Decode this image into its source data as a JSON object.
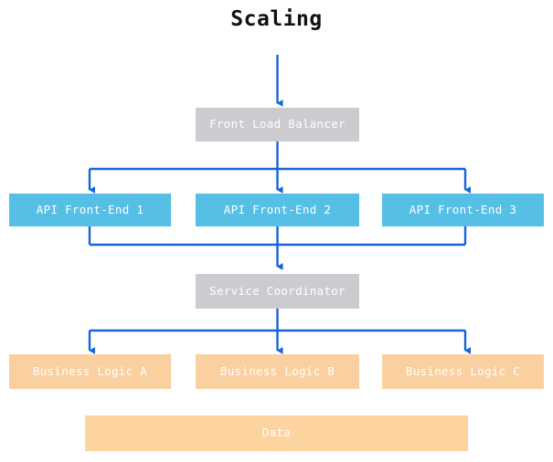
{
  "title": "Scaling",
  "colors": {
    "background": "#ffffff",
    "title_text": "#111111",
    "node_text": "#ffffff",
    "gray_node": "#cccbd0",
    "cyan_node": "#55bfe6",
    "orange_node": "#fbd0a0",
    "data_node": "#fdd3a0",
    "arrow": "#1565d8"
  },
  "nodes": {
    "front_load_balancer": {
      "label": "Front Load Balancer",
      "style": "gray"
    },
    "api_front_end_1": {
      "label": "API Front-End 1",
      "style": "cyan"
    },
    "api_front_end_2": {
      "label": "API Front-End 2",
      "style": "cyan"
    },
    "api_front_end_3": {
      "label": "API Front-End 3",
      "style": "cyan"
    },
    "service_coordinator": {
      "label": "Service Coordinator",
      "style": "gray"
    },
    "business_logic_a": {
      "label": "Business Logic A",
      "style": "orange"
    },
    "business_logic_b": {
      "label": "Business Logic B",
      "style": "orange"
    },
    "business_logic_c": {
      "label": "Business Logic C",
      "style": "orange"
    },
    "data": {
      "label": "Data",
      "style": "orange"
    }
  },
  "edges": [
    {
      "from": "external-input",
      "to": "front_load_balancer",
      "kind": "arrow-down"
    },
    {
      "from": "front_load_balancer",
      "to": "api_front_end_1",
      "kind": "fan-out"
    },
    {
      "from": "front_load_balancer",
      "to": "api_front_end_2",
      "kind": "fan-out"
    },
    {
      "from": "front_load_balancer",
      "to": "api_front_end_3",
      "kind": "fan-out"
    },
    {
      "from": "api_front_end_1",
      "to": "service_coordinator",
      "kind": "fan-in"
    },
    {
      "from": "api_front_end_2",
      "to": "service_coordinator",
      "kind": "fan-in"
    },
    {
      "from": "api_front_end_3",
      "to": "service_coordinator",
      "kind": "fan-in"
    },
    {
      "from": "service_coordinator",
      "to": "business_logic_a",
      "kind": "fan-out"
    },
    {
      "from": "service_coordinator",
      "to": "business_logic_b",
      "kind": "fan-out"
    },
    {
      "from": "service_coordinator",
      "to": "business_logic_c",
      "kind": "fan-out"
    }
  ]
}
